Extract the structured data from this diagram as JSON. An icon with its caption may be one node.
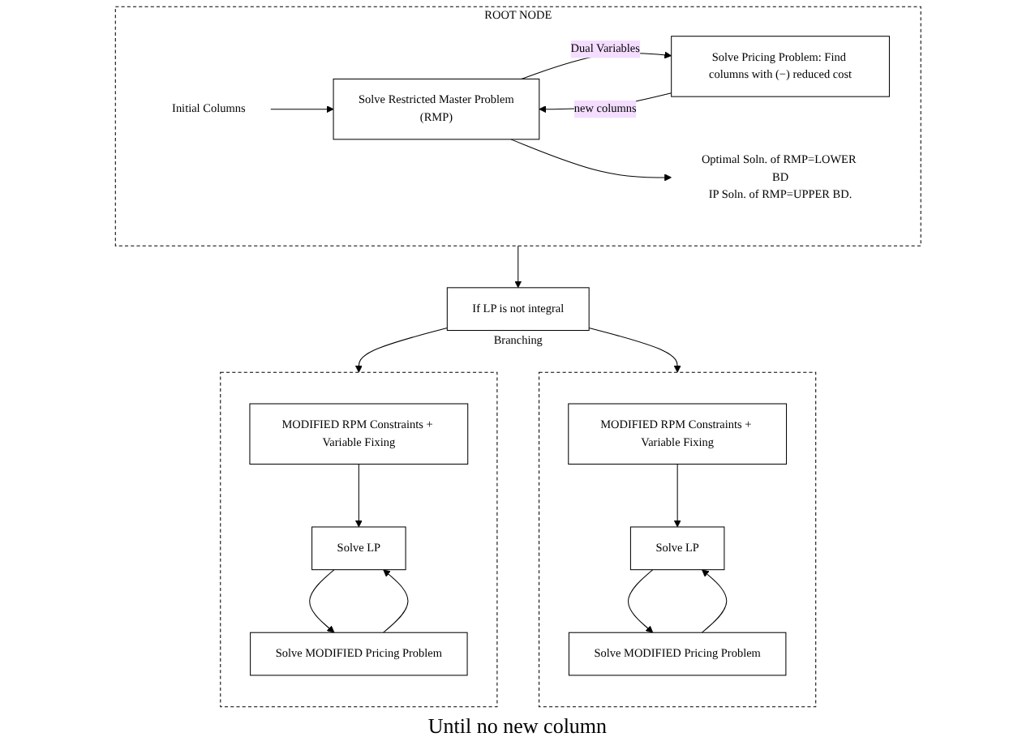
{
  "diagram": {
    "nodes": [
      {
        "text": [
          "ROOT NODE"
        ]
      },
      {
        "text": [
          "Initial Columns"
        ],
        "in": 0
      },
      {
        "text": [
          "Solve Restricted Master Problem",
          "(RMP)"
        ],
        "in": 0
      },
      {
        "text": [
          "Solve Pricing Problem: Find columns with (−) reduced cost"
        ],
        "in": 0
      },
      {
        "text": [
          "Optimal Soln. of RMP=LOWER BD",
          "IP Soln. of RMP=UPPER BD."
        ],
        "in": 0
      },
      {
        "text": [
          "If LP is not integral"
        ],
        "beside": [
          "Branching"
        ]
      },
      {
        "text": [],
        "shape": "box"
      },
      {
        "text": [
          "MODIFIED RPM Constraints + Variable Fixing"
        ],
        "in": 6
      },
      {
        "text": [
          "Solve LP"
        ],
        "in": 6
      },
      {
        "text": [
          "Solve MODIFIED Pricing Problem"
        ],
        "in": 6
      },
      {
        "text": [],
        "shape": "box"
      },
      {
        "text": [
          "MODIFIED RPM Constraints + Variable Fixing"
        ],
        "in": 10
      },
      {
        "text": [
          "Solve LP"
        ],
        "in": 10
      },
      {
        "text": [
          "Solve MODIFIED Pricing Problem"
        ],
        "in": 10
      }
    ],
    "edges": [
      {
        "from": 1,
        "to": 2,
        "arrow": "to"
      },
      {
        "from": 2,
        "to": 3,
        "arrow": "to",
        "label": "Dual Variables"
      },
      {
        "from": 3,
        "to": 2,
        "arrow": "to",
        "label": "new columns"
      },
      {
        "from": 2,
        "to": 4,
        "arrow": "to"
      },
      {
        "from": 0,
        "to": 5,
        "arrow": "to"
      },
      {
        "from": 5,
        "to": 6,
        "arrow": "to"
      },
      {
        "from": 5,
        "to": 10,
        "arrow": "to"
      },
      {
        "from": 7,
        "to": 8,
        "arrow": "to"
      },
      {
        "from": 8,
        "to": 9,
        "arrow": "to"
      },
      {
        "from": 9,
        "to": 8,
        "arrow": "to"
      },
      {
        "from": 11,
        "to": 12,
        "arrow": "to"
      },
      {
        "from": 12,
        "to": 13,
        "arrow": "to"
      },
      {
        "from": 13,
        "to": 12,
        "arrow": "to"
      }
    ],
    "labels": [
      "Until no new column"
    ]
  }
}
